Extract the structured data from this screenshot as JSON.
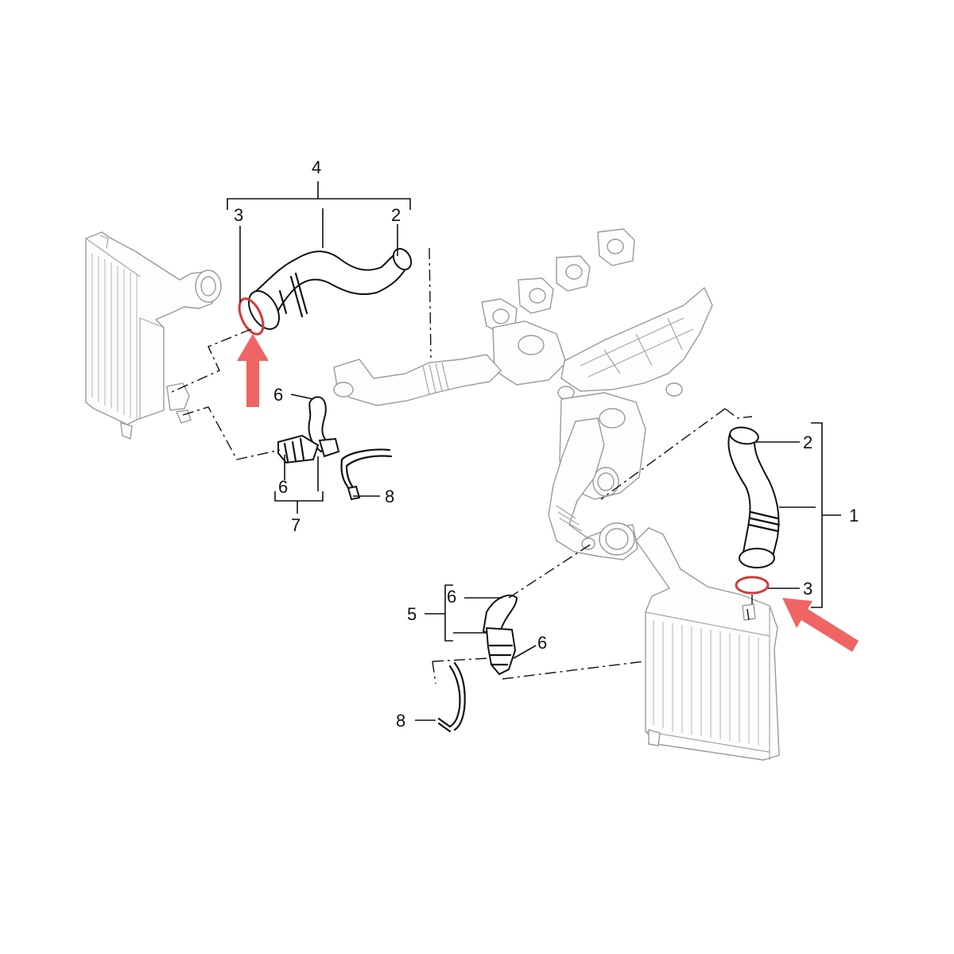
{
  "diagram": {
    "callouts": {
      "left_group_label": "4",
      "left_seal": "3",
      "left_hose_end": "2",
      "left_upper_connector": "6",
      "left_lower_connector": "6",
      "left_assembly": "7",
      "left_vent_pipe": "8",
      "right_hose_end": "2",
      "right_group_label": "1",
      "right_seal": "3",
      "right_assembly": "5",
      "right_upper_connector": "6",
      "right_lower_connector": "6",
      "right_vent_pipe": "8"
    },
    "highlight_color": "#f06464",
    "seal_color": "#d23a3a"
  }
}
